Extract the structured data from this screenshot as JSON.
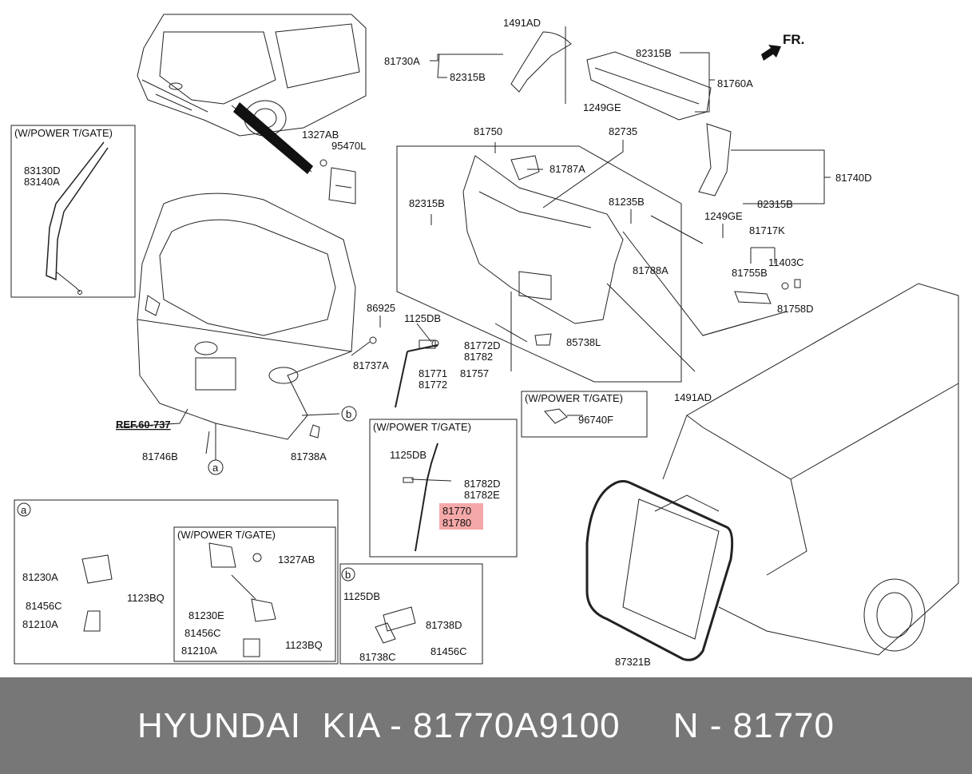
{
  "diagram": {
    "direction_label": "FR.",
    "highlight_color": "#f28b8b",
    "inset_labels": {
      "power_tgate_1": "(W/POWER T/GATE)",
      "power_tgate_2": "(W/POWER T/GATE)",
      "power_tgate_3": "(W/POWER T/GATE)",
      "power_tgate_4": "(W/POWER T/GATE)",
      "section_a": "a",
      "section_b": "b"
    },
    "callouts": {
      "p1491AD_top": "1491AD",
      "p81730A": "81730A",
      "p82315B_1": "82315B",
      "p82315B_2": "82315B",
      "p81760A": "81760A",
      "p1249GE_1": "1249GE",
      "p81750": "81750",
      "p82735": "82735",
      "p81787A": "81787A",
      "p82315B_3": "82315B",
      "p81740D": "81740D",
      "p82315B_4": "82315B",
      "p81235B": "81235B",
      "p1249GE_2": "1249GE",
      "p81717K": "81717K",
      "p11403C": "11403C",
      "p81788A": "81788A",
      "p81755B": "81755B",
      "p81758D": "81758D",
      "p1327AB_1": "1327AB",
      "p95470L": "95470L",
      "p83130D": "83130D",
      "p83140A": "83140A",
      "p86925": "86925",
      "p1125DB_1": "1125DB",
      "p81772D_1": "81772D",
      "p81782_1": "81782",
      "p81737A": "81737A",
      "p81771": "81771",
      "p81772": "81772",
      "p81757": "81757",
      "p85738L": "85738L",
      "p1491AD_bot": "1491AD",
      "p96740F": "96740F",
      "pREF": "REF.60-737",
      "p81746B": "81746B",
      "p81738A": "81738A",
      "p1125DB_2": "1125DB",
      "p81782D": "81782D",
      "p81782E": "81782E",
      "p81770": "81770",
      "p81780": "81780",
      "p81230A": "81230A",
      "p81456C_1": "81456C",
      "p1123BQ_1": "1123BQ",
      "p81210A_1": "81210A",
      "p1327AB_2": "1327AB",
      "p81230E": "81230E",
      "p81456C_2": "81456C",
      "p1123BQ_2": "1123BQ",
      "p81210A_2": "81210A",
      "p1125DB_3": "1125DB",
      "p81738D": "81738D",
      "p81738C": "81738C",
      "p81456C_3": "81456C",
      "p87321B": "87321B",
      "circle_a": "a",
      "circle_b": "b"
    }
  },
  "footer": {
    "text": "HYUNDAI  KIA - 81770A9100     N - 81770",
    "background": "#777777"
  }
}
